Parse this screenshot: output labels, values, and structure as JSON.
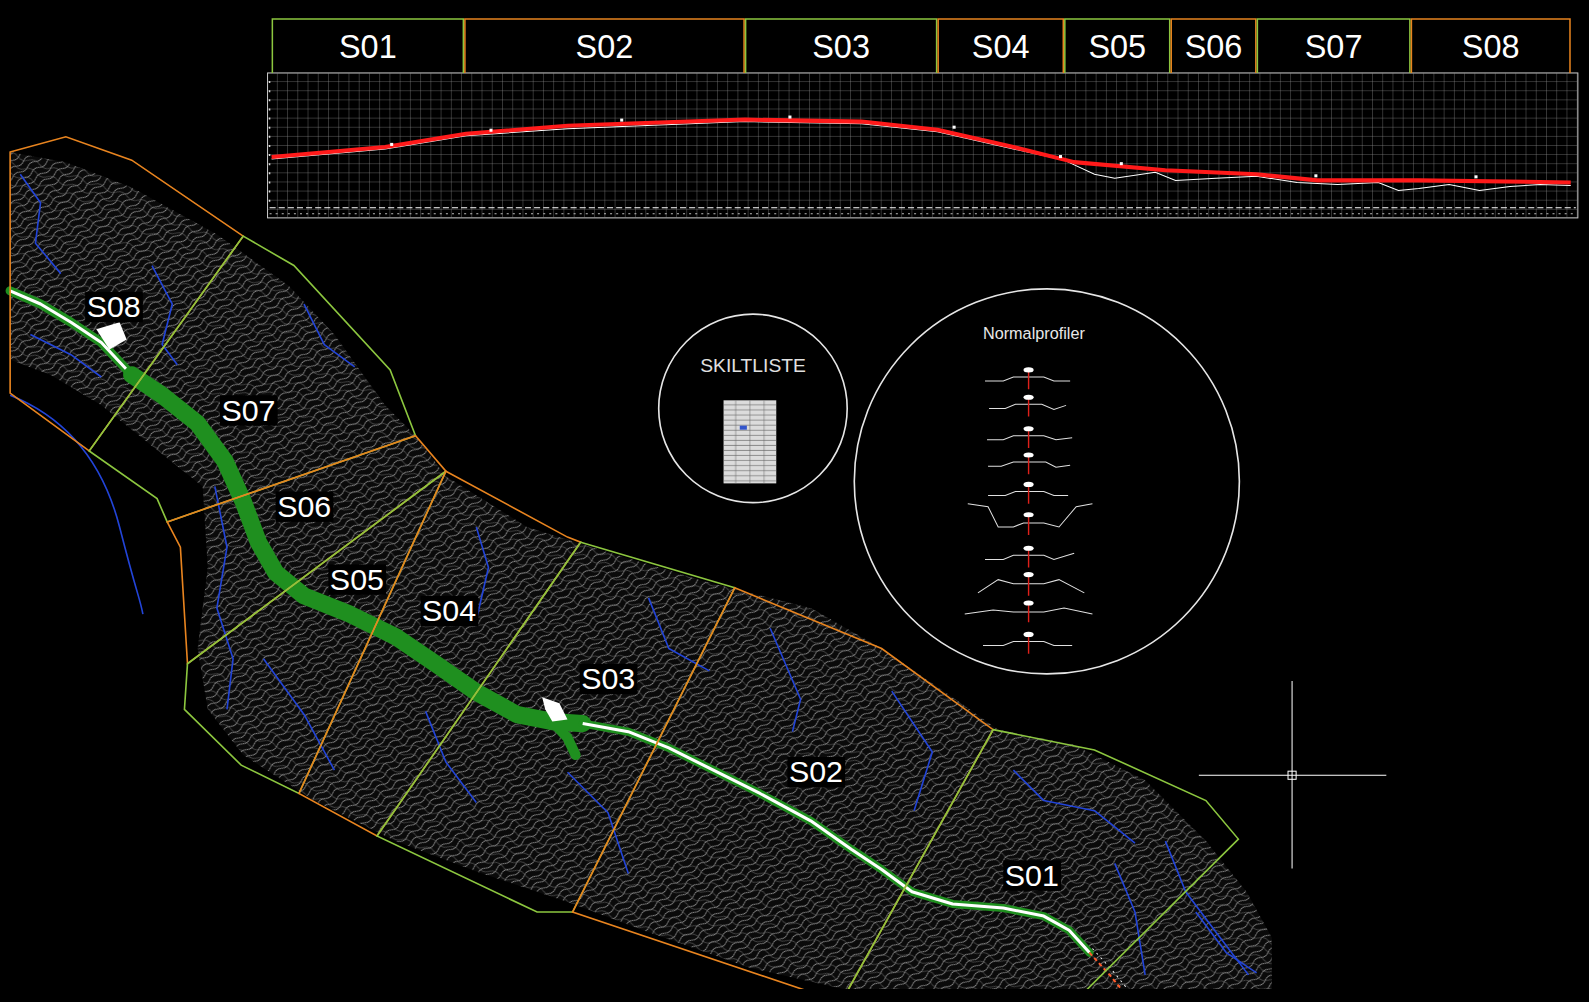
{
  "diagram": {
    "nodes": [
      {
        "text": [
          "S01"
        ]
      },
      {
        "text": [
          "S02"
        ]
      },
      {
        "text": [
          "S03"
        ]
      },
      {
        "text": [
          "S04"
        ]
      },
      {
        "text": [
          "S05"
        ]
      },
      {
        "text": [
          "S06"
        ]
      },
      {
        "text": [
          "S07"
        ]
      },
      {
        "text": [
          "S08"
        ]
      },
      {
        "text": [
          "S08"
        ]
      },
      {
        "text": [
          "S07"
        ]
      },
      {
        "text": [
          "S06"
        ]
      },
      {
        "text": [
          "S05"
        ]
      },
      {
        "text": [
          "S04"
        ]
      },
      {
        "text": [
          "S03"
        ]
      },
      {
        "text": [
          "S02"
        ]
      },
      {
        "text": [
          "S01"
        ]
      },
      {
        "text": [
          "SKILTLISTE"
        ]
      },
      {
        "text": [
          "Normalprofiler"
        ]
      }
    ]
  }
}
